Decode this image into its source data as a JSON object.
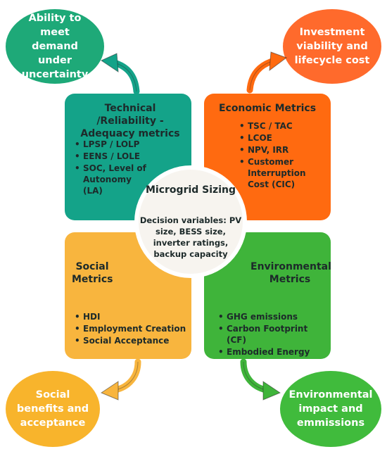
{
  "center": {
    "title": "Microgrid Sizing",
    "body": "Decision variables: PV size, BESS size, inverter ratings, backup capacity"
  },
  "quadrants": {
    "technical": {
      "title": "Technical /Reliability - Adequacy metrics",
      "items": [
        "LPSP / LOLP",
        "EENS / LOLE",
        "SOC, Level of Autonomy (LA)"
      ],
      "color": "#14a389"
    },
    "economic": {
      "title": "Economic Metrics",
      "items": [
        "TSC / TAC",
        "LCOE",
        "NPV, IRR",
        "Customer Interruption Cost (CIC)"
      ],
      "color": "#ff6a10"
    },
    "social": {
      "title": "Social Metrics",
      "items": [
        "HDI",
        "Employment Creation",
        "Social Acceptance"
      ],
      "color": "#f8b53e"
    },
    "environmental": {
      "title": "Environmental Metrics",
      "items": [
        "GHG emissions",
        "Carbon Footprint (CF)",
        "Embodied Energy"
      ],
      "color": "#3fb43a"
    }
  },
  "outcomes": {
    "technical": {
      "label": "Ability to meet demand under uncertainty",
      "color": "#1ea978"
    },
    "economic": {
      "label": "Investment viability and lifecycle cost",
      "color": "#ff6a2c"
    },
    "social": {
      "label": "Social benefits and acceptance",
      "color": "#f8b42c"
    },
    "environmental": {
      "label": "Environmental impact and emmissions",
      "color": "#40bb3c"
    }
  },
  "icons": {
    "arrows": [
      "curved-arrow-icon"
    ]
  }
}
